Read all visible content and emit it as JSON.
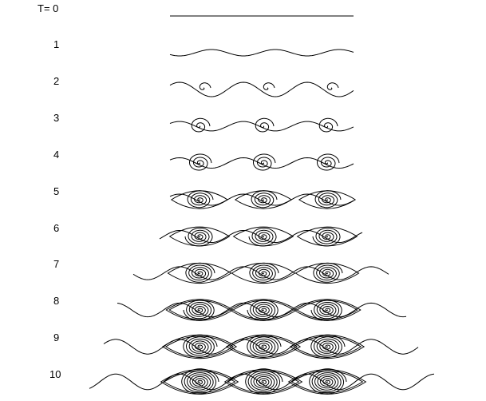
{
  "figure": {
    "time_prefix": "T= ",
    "times": [
      "0",
      "1",
      "2",
      "3",
      "4",
      "5",
      "6",
      "7",
      "8",
      "9",
      "10"
    ]
  }
}
